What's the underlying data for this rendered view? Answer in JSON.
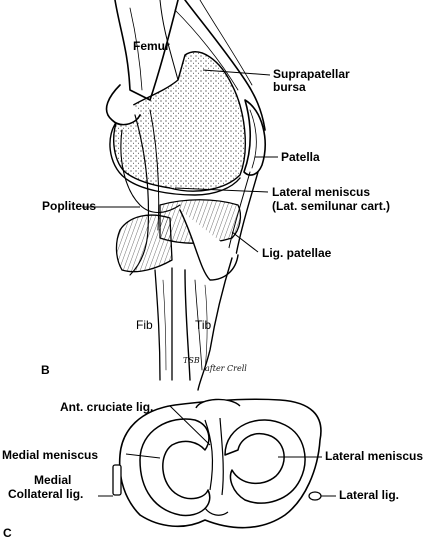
{
  "panels": {
    "b": "B",
    "c": "C"
  },
  "knee_labels": {
    "femur": "Femur",
    "suprapatellar_1": "Suprapatellar",
    "suprapatellar_2": "bursa",
    "patella": "Patella",
    "popliteus": "Popliteus",
    "lateral_meniscus": "Lateral meniscus",
    "lat_semilunar": "(Lat. semilunar cart.)",
    "lig_patellae": "Lig. patellae",
    "fib": "Fib",
    "tib": "Tib"
  },
  "signature": {
    "line1": "TSB",
    "line2": "after Crell"
  },
  "plateau_labels": {
    "ant_cruciate": "Ant. cruciate lig.",
    "medial_meniscus": "Medial meniscus",
    "lateral_meniscus": "Lateral meniscus",
    "medial_collateral_1": "Medial",
    "medial_collateral_2": "Collateral lig.",
    "lateral_lig": "Lateral lig."
  }
}
